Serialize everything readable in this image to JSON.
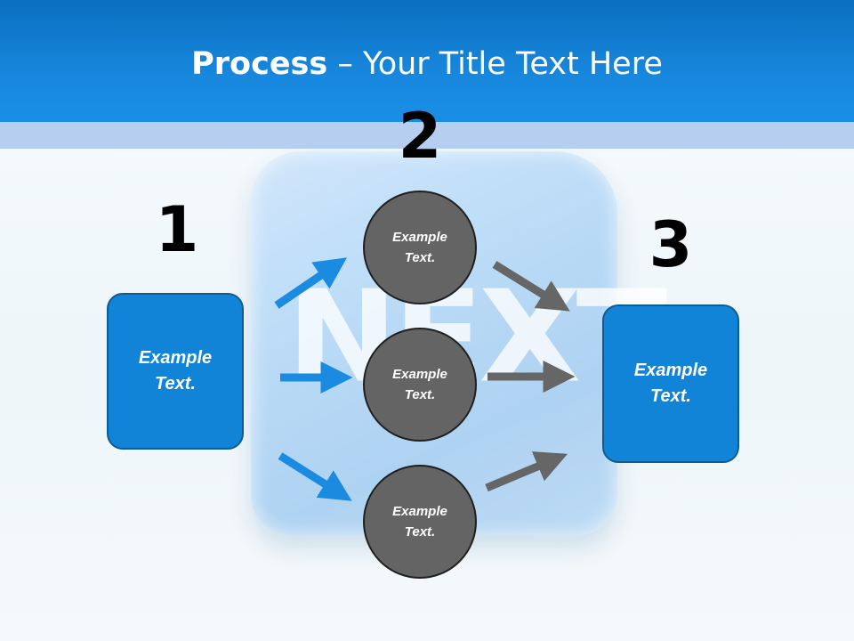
{
  "header": {
    "title_bold": "Process",
    "title_rest": " – Your Title Text Here"
  },
  "background_word": "NEXT",
  "steps": [
    {
      "number": "1",
      "box_line1": "Example",
      "box_line2": "Text."
    },
    {
      "number": "2"
    },
    {
      "number": "3",
      "box_line1": "Example",
      "box_line2": "Text."
    }
  ],
  "circles": [
    {
      "line1": "Example",
      "line2": "Text."
    },
    {
      "line1": "Example",
      "line2": "Text."
    },
    {
      "line1": "Example",
      "line2": "Text."
    }
  ],
  "colors": {
    "header_blue": "#1787dd",
    "box_blue": "#1284d8",
    "circle_gray": "#646464",
    "arrow_blue": "#1a8be0",
    "arrow_gray": "#666666"
  }
}
